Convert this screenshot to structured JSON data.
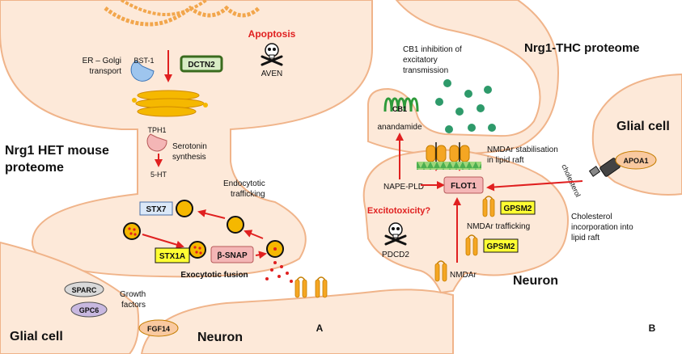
{
  "colors": {
    "cell_fill": "#fde9d9",
    "cell_stroke": "#f0b48a",
    "arrow": "#e02020",
    "title_red": "#e02020",
    "yellow_box": "#ffff33",
    "green_box_stroke": "#3a6b1e",
    "green_box_fill": "#d8ecc5",
    "blue_box": "#dbe8f8",
    "pink_box": "#f4b6b6",
    "grey_oval": "#d9d9d9",
    "purple_oval": "#c8b8e0",
    "orange_oval": "#f9c9a0",
    "vesicle": "#f5b800",
    "cb1_green": "#2e9a3a",
    "dots_green": "#2e9a6a",
    "receptor_orange": "#f5a623"
  },
  "panel_a": {
    "label": "A",
    "title_line1": "Nrg1 HET mouse",
    "title_line2": "proteome",
    "er_golgi_line1": "ER – Golgi",
    "er_golgi_line2": "transport",
    "bst1": "BST-1",
    "dctn2": "DCTN2",
    "apoptosis": "Apoptosis",
    "aven": "AVEN",
    "tph1": "TPH1",
    "serotonin_line1": "Serotonin",
    "serotonin_line2": "synthesis",
    "ht5": "5-HT",
    "endocytotic_line1": "Endocytotic",
    "endocytotic_line2": "trafficking",
    "stx7": "STX7",
    "stx1a": "STX1A",
    "bsnap": "β-SNAP",
    "exocytotic": "Exocytotic fusion",
    "sparc": "SPARC",
    "gpc6": "GPC6",
    "growth_line1": "Growth",
    "growth_line2": "factors",
    "fgf14": "FGF14",
    "glial": "Glial cell",
    "neuron": "Neuron"
  },
  "panel_b": {
    "label": "B",
    "title": "Nrg1-THC proteome",
    "cb1_inhib_line1": "CB1 inhibition of",
    "cb1_inhib_line2": "excitatory",
    "cb1_inhib_line3": "transmission",
    "cb1": "CB1",
    "anandamide": "anandamide",
    "glial": "Glial cell",
    "apoa1": "APOA1",
    "nmdar_stab_line1": "NMDAr stabilisation",
    "nmdar_stab_line2": "in lipid raft",
    "cholesterol": "cholesterol",
    "nape_pld": "NAPE-PLD",
    "flot1": "FLOT1",
    "excitotoxicity": "Excitotoxicity?",
    "gpsm2_a": "GPSM2",
    "gpsm2_b": "GPSM2",
    "nmdar_traff": "NMDAr trafficking",
    "pdcd2": "PDCD2",
    "nmdar": "NMDAr",
    "chol_incorp_line1": "Cholesterol",
    "chol_incorp_line2": "incorporation into",
    "chol_incorp_line3": "lipid raft",
    "neuron": "Neuron"
  }
}
